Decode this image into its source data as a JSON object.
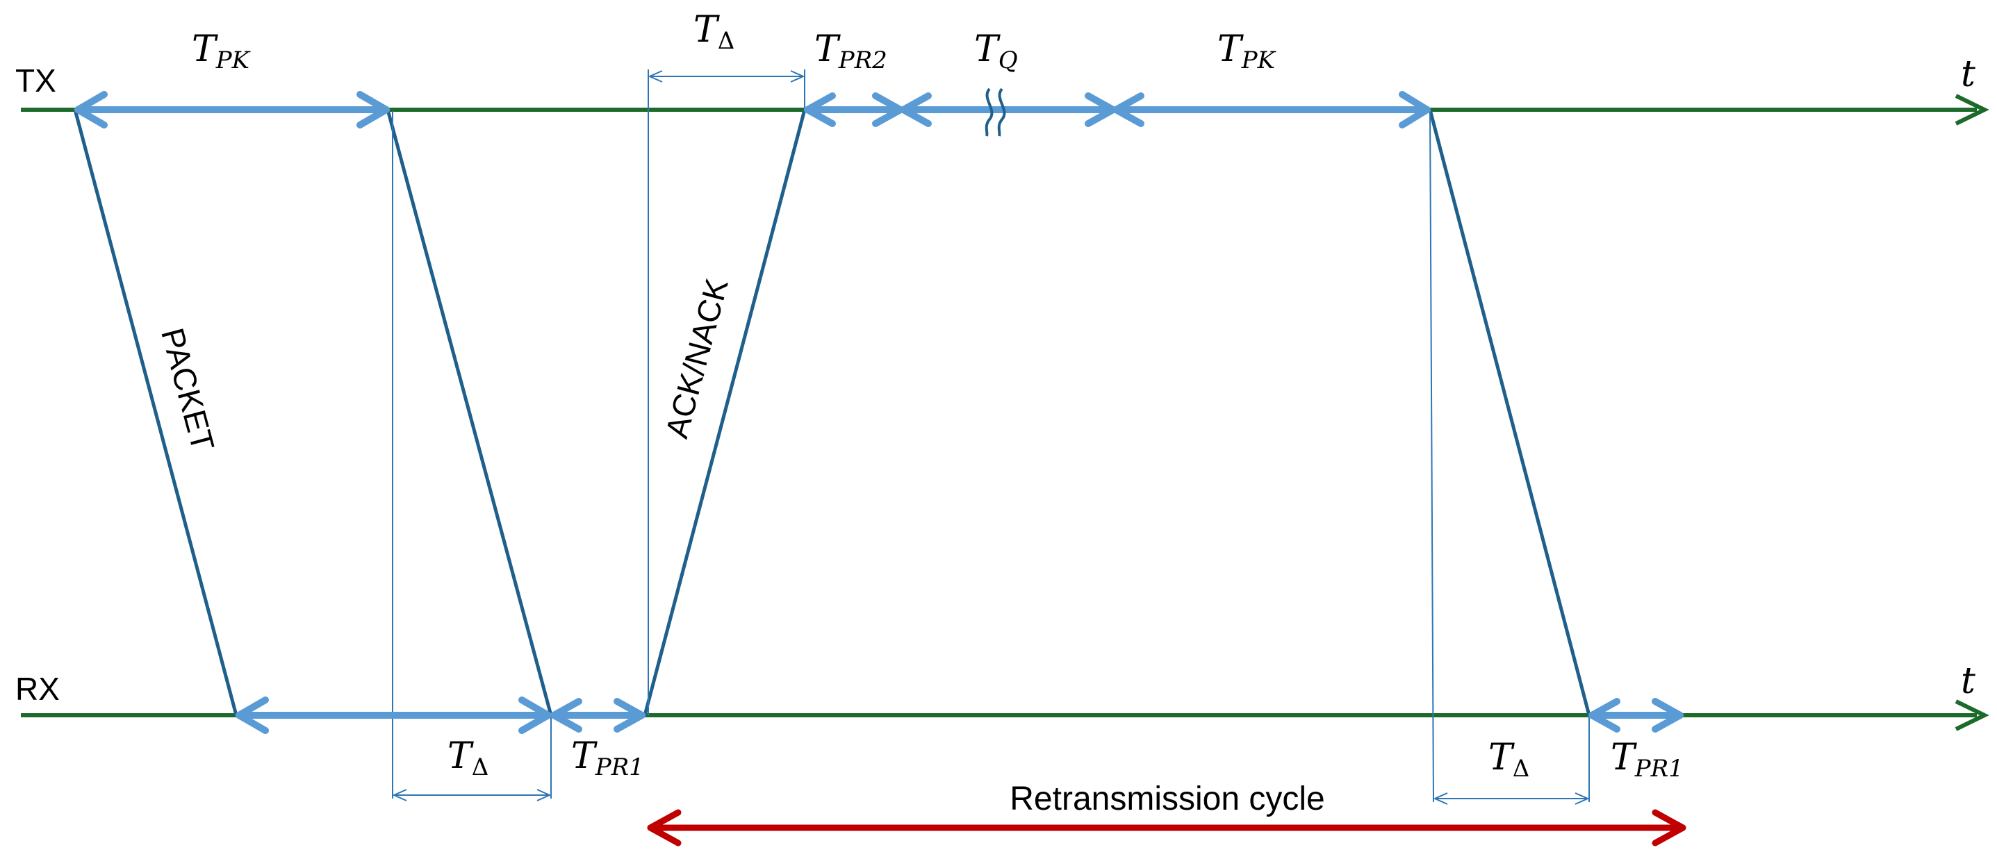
{
  "colors": {
    "timeline": "#1d6b2a",
    "interval": "#5b9bd5",
    "signal": "#1f5f8b",
    "thin": "#2e75b6",
    "cycle": "#c00000"
  },
  "lanes": {
    "tx_label": "TX",
    "rx_label": "RX",
    "time_symbol": "t"
  },
  "signals": {
    "packet_label": "PACKET",
    "ack_label": "ACK/NACK"
  },
  "intervals": {
    "tpk": {
      "main": "T",
      "sub": "PK"
    },
    "tdelta": {
      "main": "T",
      "sub": "Δ"
    },
    "tpr2": {
      "main": "T",
      "sub": "PR2"
    },
    "tq": {
      "main": "T",
      "sub": "Q"
    },
    "tpr1": {
      "main": "T",
      "sub": "PR1"
    }
  },
  "cycle": {
    "label": "Retransmission cycle"
  }
}
